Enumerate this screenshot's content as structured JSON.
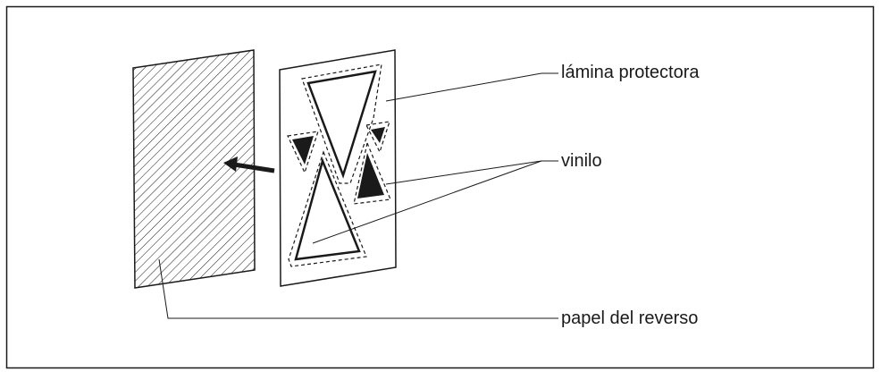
{
  "labels": {
    "protective_sheet": "lámina protectora",
    "vinyl": "vinilo",
    "backing_paper": "papel del reverso"
  },
  "colors": {
    "stroke": "#1a1a1a",
    "fill": "#1a1a1a",
    "background": "#ffffff"
  }
}
